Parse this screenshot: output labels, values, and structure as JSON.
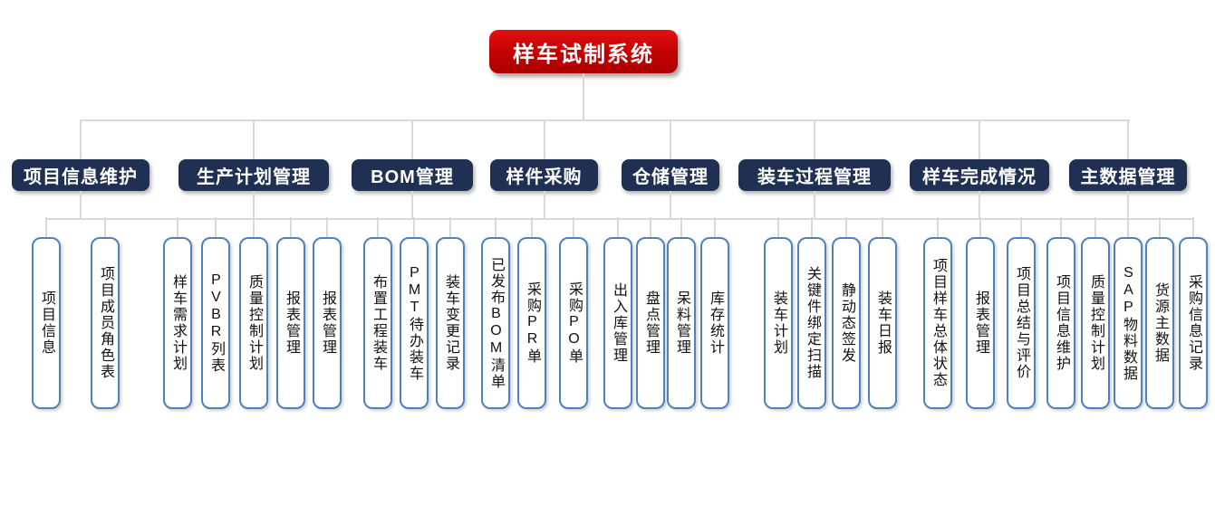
{
  "root": {
    "label": "样车试制系统"
  },
  "groups": [
    {
      "label": "项目信息维护",
      "children": [
        "项目信息",
        "项目成员角色表"
      ]
    },
    {
      "label": "生产计划管理",
      "children": [
        "样车需求计划",
        "PVBR列表",
        "质量控制计划",
        "报表管理",
        "报表管理"
      ]
    },
    {
      "label": "BOM管理",
      "children": [
        "布置工程装车",
        "PMT待办装车",
        "装车变更记录"
      ]
    },
    {
      "label": "样件采购",
      "children": [
        "已发布BOM清单",
        "采购PR单",
        "采购PO单"
      ]
    },
    {
      "label": "仓储管理",
      "children": [
        "出入库管理",
        "盘点管理",
        "呆料管理",
        "库存统计"
      ]
    },
    {
      "label": "装车过程管理",
      "children": [
        "装车计划",
        "关键件绑定扫描",
        "静动态签发",
        "装车日报"
      ]
    },
    {
      "label": "样车完成情况",
      "children": [
        "项目样车总体状态",
        "报表管理",
        "项目总结与评价"
      ]
    },
    {
      "label": "主数据管理",
      "children": [
        "项目信息维护",
        "质量控制计划",
        "SAP物料数据",
        "货源主数据",
        "采购信息记录"
      ]
    }
  ],
  "colors": {
    "root_bg": "#c70202",
    "category_bg": "#1f3052",
    "leaf_border": "#4f81bd",
    "leaf_bg": "#ffffff",
    "connector": "#d9d9d9",
    "node_text": "#ffffff",
    "leaf_text": "#111111"
  }
}
